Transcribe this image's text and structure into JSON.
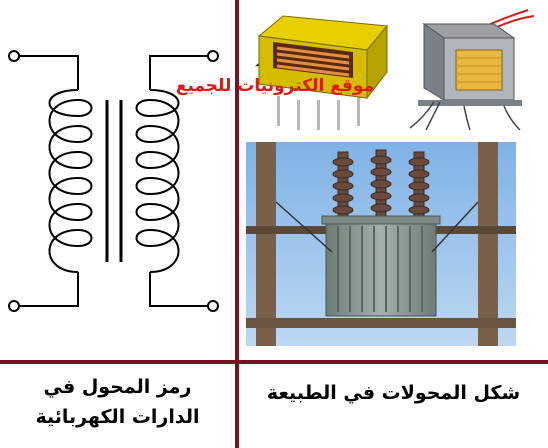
{
  "captions": {
    "symbol_line1": "رمز المحول في",
    "symbol_line2": "الدارات الكهربائية",
    "nature": "شكل المحولات في الطبيعة"
  },
  "watermark": "موقع الكترونيات للجميع",
  "colors": {
    "divider": "#7a1020",
    "watermark": "#e01818",
    "sky": "#9cc4ec",
    "core_yellow": "#e8d000",
    "copper": "#c87830",
    "tank_gray": "#8a9890"
  }
}
